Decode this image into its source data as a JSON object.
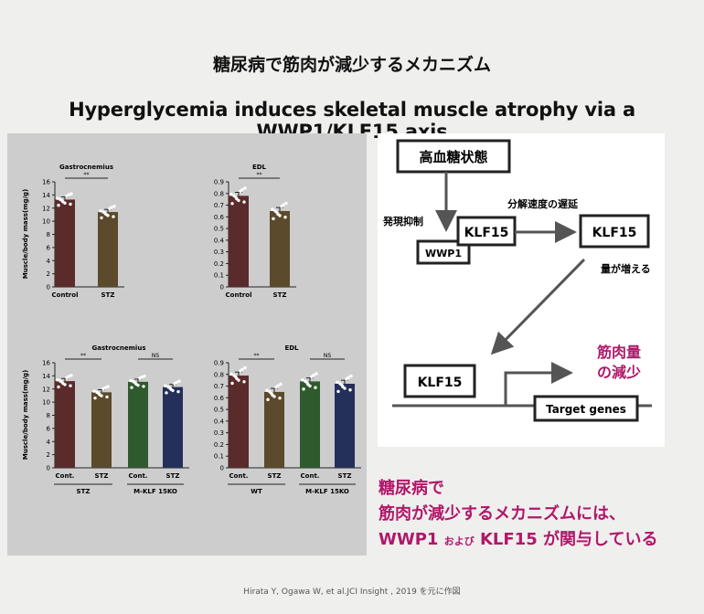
{
  "title_ja": "糖尿病で筋肉が減少するメカニズム",
  "title_en": "Hyperglycemia induces skeletal muscle atrophy via a WWP1/KLF15 axis",
  "ylabel": "Muscle/body mass(mg/g)",
  "chart_data": [
    {
      "type": "bar",
      "title": "Gastrocnemius",
      "categories": [
        "Control",
        "STZ"
      ],
      "values": [
        13.3,
        11.4
      ],
      "errors": [
        0.4,
        0.4
      ],
      "colors": [
        "#5b2a2a",
        "#5b4a2b"
      ],
      "yticks": [
        "0",
        "2",
        "4",
        "6",
        "8",
        "10",
        "12",
        "14",
        "16"
      ],
      "ylim": [
        0,
        16
      ],
      "sig": [
        "**"
      ]
    },
    {
      "type": "bar",
      "title": "EDL",
      "categories": [
        "Control",
        "STZ"
      ],
      "values": [
        0.78,
        0.65
      ],
      "errors": [
        0.03,
        0.03
      ],
      "colors": [
        "#5b2a2a",
        "#5b4a2b"
      ],
      "yticks": [
        "0",
        "0.1",
        "0.2",
        "0.3",
        "0.4",
        "0.5",
        "0.6",
        "0.7",
        "0.8",
        "0.9"
      ],
      "ylim": [
        0,
        0.9
      ],
      "sig": [
        "**"
      ]
    },
    {
      "type": "bar",
      "title": "Gastrocnemius",
      "categories": [
        "Cont.",
        "STZ",
        "Cont.",
        "STZ"
      ],
      "values": [
        13.2,
        11.5,
        13.1,
        12.3
      ],
      "errors": [
        0.4,
        0.4,
        0.4,
        0.4
      ],
      "colors": [
        "#5b2a2a",
        "#5b4a2b",
        "#2e5a2d",
        "#24305a"
      ],
      "yticks": [
        "0",
        "2",
        "4",
        "6",
        "8",
        "10",
        "12",
        "14",
        "16"
      ],
      "ylim": [
        0,
        16
      ],
      "sig": [
        "**",
        "NS"
      ],
      "groups": [
        "STZ",
        "M-KLF 15KO"
      ]
    },
    {
      "type": "bar",
      "title": "EDL",
      "categories": [
        "Cont.",
        "STZ",
        "Cont.",
        "STZ"
      ],
      "values": [
        0.79,
        0.65,
        0.74,
        0.72
      ],
      "errors": [
        0.03,
        0.03,
        0.03,
        0.03
      ],
      "colors": [
        "#5b2a2a",
        "#5b4a2b",
        "#2e5a2d",
        "#24305a"
      ],
      "yticks": [
        "0",
        "0.1",
        "0.2",
        "0.3",
        "0.4",
        "0.5",
        "0.6",
        "0.7",
        "0.8",
        "0.9"
      ],
      "ylim": [
        0,
        0.9
      ],
      "sig": [
        "**",
        "NS"
      ],
      "groups": [
        "WT",
        "M-KLF 15KO"
      ]
    }
  ],
  "flow": {
    "hyperglycemia": "高血糖状態",
    "suppression": "発現抑制",
    "klf15": "KLF15",
    "wwp1": "WWP1",
    "delay": "分解速度の遅延",
    "increase": "量が増える",
    "target": "Target genes",
    "muscle_loss_1": "筋肉量",
    "muscle_loss_2": "の減少",
    "colors": {
      "accent": "#b0176a",
      "arrow": "#555555"
    }
  },
  "summary": {
    "line1": "糖尿病で",
    "line2": "筋肉が減少するメカニズムには、",
    "line3a": "WWP1 ",
    "line3b": "および",
    "line3c": " KLF15 が関与している"
  },
  "citation": "Hirata Y, Ogawa W, et al.JCI Insight , 2019 を元に作図"
}
